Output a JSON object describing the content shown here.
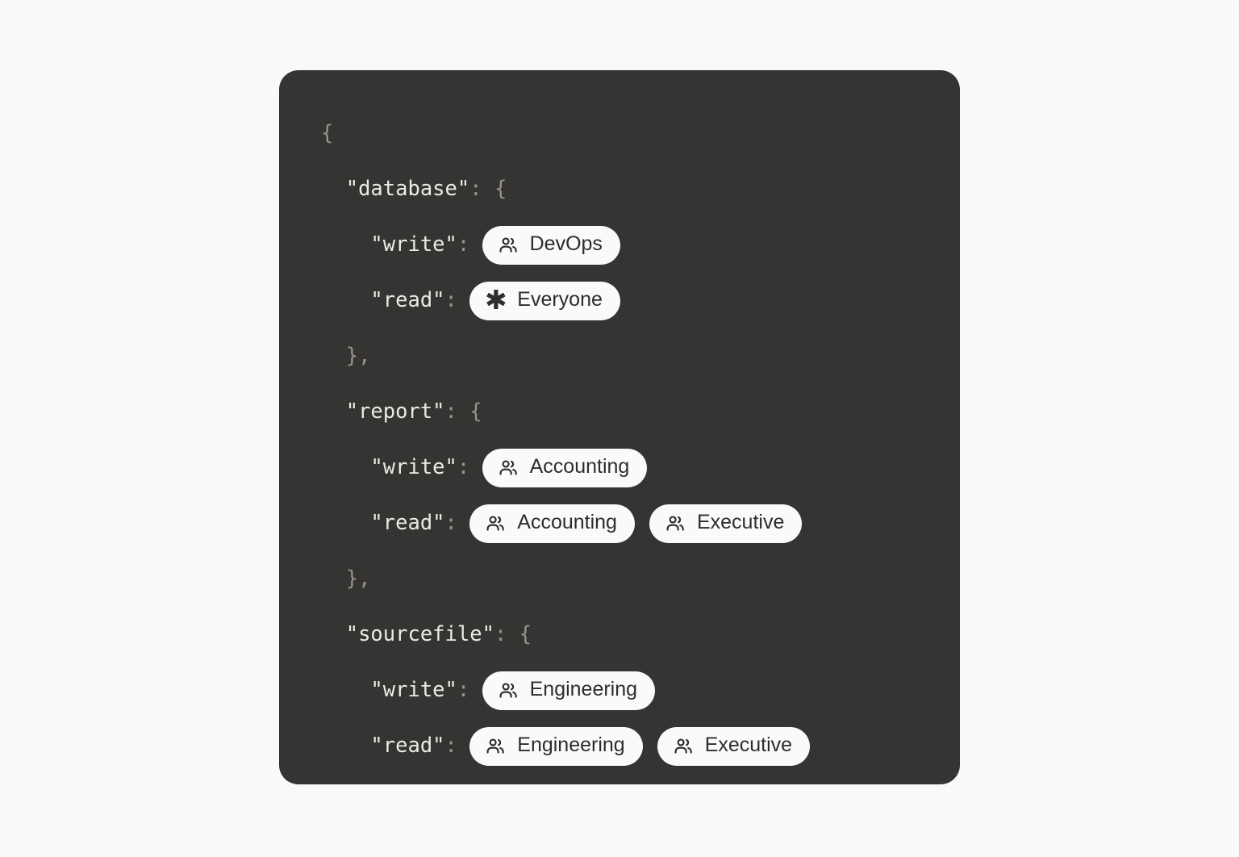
{
  "panel": {
    "background_color": "#353432",
    "page_background_color": "#faf9f7"
  },
  "code": {
    "language": "json",
    "punct_color": "#97948e",
    "key_color": "#eceae5",
    "lines": [
      {
        "indent": "",
        "text": "{",
        "kind": "brace"
      },
      {
        "indent": "  ",
        "key": "\"database\"",
        "punct": ": {",
        "kind": "object-open"
      },
      {
        "indent": "    ",
        "key": "\"write\"",
        "punct": ": ",
        "kind": "pills",
        "pills_ref": "database.write"
      },
      {
        "indent": "    ",
        "key": "\"read\"",
        "punct": ": ",
        "kind": "pills",
        "pills_ref": "database.read"
      },
      {
        "indent": "  ",
        "text": "},",
        "kind": "brace"
      },
      {
        "indent": "  ",
        "key": "\"report\"",
        "punct": ": {",
        "kind": "object-open"
      },
      {
        "indent": "    ",
        "key": "\"write\"",
        "punct": ": ",
        "kind": "pills",
        "pills_ref": "report.write"
      },
      {
        "indent": "    ",
        "key": "\"read\"",
        "punct": ": ",
        "kind": "pills",
        "pills_ref": "report.read"
      },
      {
        "indent": "  ",
        "text": "},",
        "kind": "brace"
      },
      {
        "indent": "  ",
        "key": "\"sourcefile\"",
        "punct": ": {",
        "kind": "object-open"
      },
      {
        "indent": "    ",
        "key": "\"write\"",
        "punct": ": ",
        "kind": "pills",
        "pills_ref": "sourcefile.write"
      },
      {
        "indent": "    ",
        "key": "\"read\"",
        "punct": ": ",
        "kind": "pills",
        "pills_ref": "sourcefile.read"
      },
      {
        "indent": "  ",
        "text": "},",
        "kind": "brace"
      },
      {
        "indent": "",
        "text": "}",
        "kind": "brace"
      }
    ]
  },
  "permissions": {
    "database": {
      "write": [
        {
          "label": "DevOps",
          "icon": "users-icon"
        }
      ],
      "read": [
        {
          "label": "Everyone",
          "icon": "asterisk-icon"
        }
      ]
    },
    "report": {
      "write": [
        {
          "label": "Accounting",
          "icon": "users-icon"
        }
      ],
      "read": [
        {
          "label": "Accounting",
          "icon": "users-icon"
        },
        {
          "label": "Executive",
          "icon": "users-icon"
        }
      ]
    },
    "sourcefile": {
      "write": [
        {
          "label": "Engineering",
          "icon": "users-icon"
        }
      ],
      "read": [
        {
          "label": "Engineering",
          "icon": "users-icon"
        },
        {
          "label": "Executive",
          "icon": "users-icon"
        }
      ]
    }
  },
  "pill_style": {
    "background_color": "#fbfaf8",
    "text_color": "#2e2d2b"
  },
  "icons": {
    "users-icon": "users",
    "asterisk-icon": "✱"
  }
}
